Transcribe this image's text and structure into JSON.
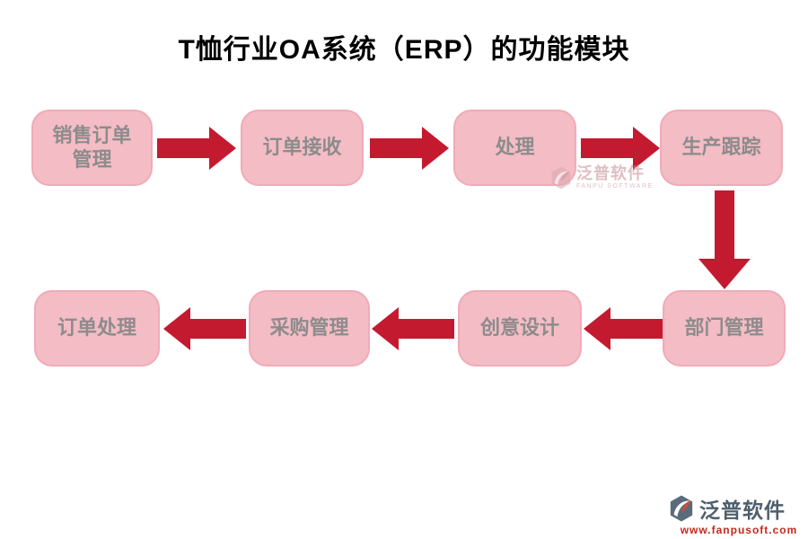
{
  "title": "T恤行业OA系统（ERP）的功能模块",
  "colors": {
    "title": "#000000",
    "box_fill": "#f4bcc5",
    "box_border": "#f0abb7",
    "box_text": "#8c8c8c",
    "arrow": "#c41a30",
    "watermark": "#c9969e",
    "footer_brand": "#4e5f6d",
    "footer_url": "#c5281c"
  },
  "nodes": {
    "top": [
      {
        "label": "销售订单\n管理"
      },
      {
        "label": "订单接收"
      },
      {
        "label": "处理"
      },
      {
        "label": "生产跟踪"
      }
    ],
    "bottom": [
      {
        "label": "部门管理"
      },
      {
        "label": "创意设计"
      },
      {
        "label": "采购管理"
      },
      {
        "label": "订单处理"
      }
    ]
  },
  "flow_order": [
    "销售订单管理",
    "订单接收",
    "处理",
    "生产跟踪",
    "部门管理",
    "创意设计",
    "采购管理",
    "订单处理"
  ],
  "watermark_center": {
    "brand": "泛普软件",
    "sub": "FANPU SOFTWARE"
  },
  "footer": {
    "brand": "泛普软件",
    "url": "www.fanpusoft.com"
  }
}
